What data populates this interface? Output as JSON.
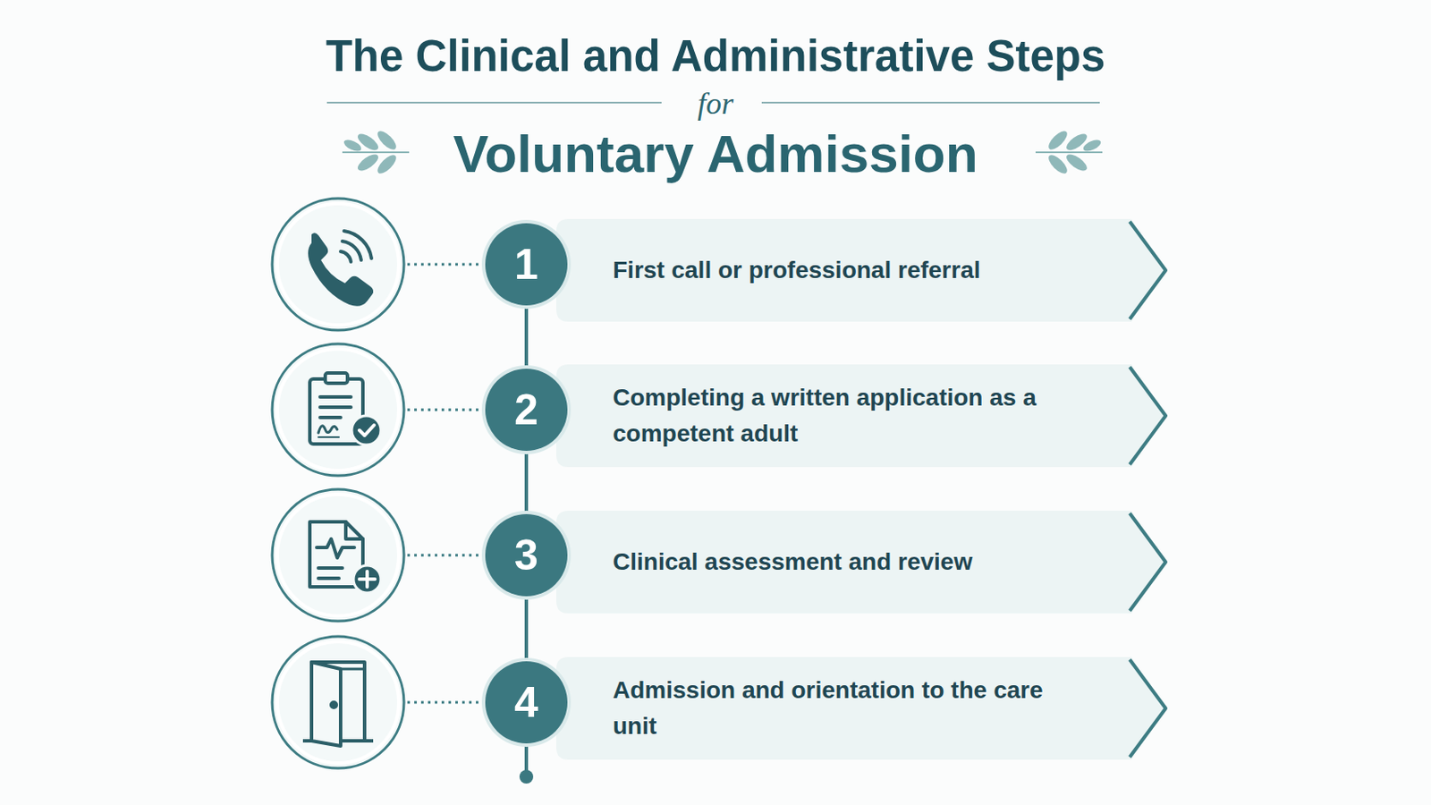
{
  "diagram": {
    "title": "The Clinical and Administrative Steps",
    "nodes": [
      {
        "text": [
          "1"
        ]
      },
      {
        "text": [
          "First call or professional referral"
        ]
      },
      {
        "text": [
          "2"
        ]
      },
      {
        "text": [
          "Completing a written application as a competent adult"
        ]
      },
      {
        "text": [
          "3"
        ]
      },
      {
        "text": [
          "Clinical assessment and review"
        ]
      },
      {
        "text": [
          "4"
        ]
      },
      {
        "text": [
          "Admission and orientation to the care unit"
        ]
      }
    ],
    "edges": [
      {
        "from": 0,
        "to": 2,
        "arrow": "none"
      },
      {
        "from": 2,
        "to": 4,
        "arrow": "none"
      },
      {
        "from": 4,
        "to": 6,
        "arrow": "none"
      }
    ],
    "labels": [
      "for",
      "Voluntary Admission"
    ]
  }
}
